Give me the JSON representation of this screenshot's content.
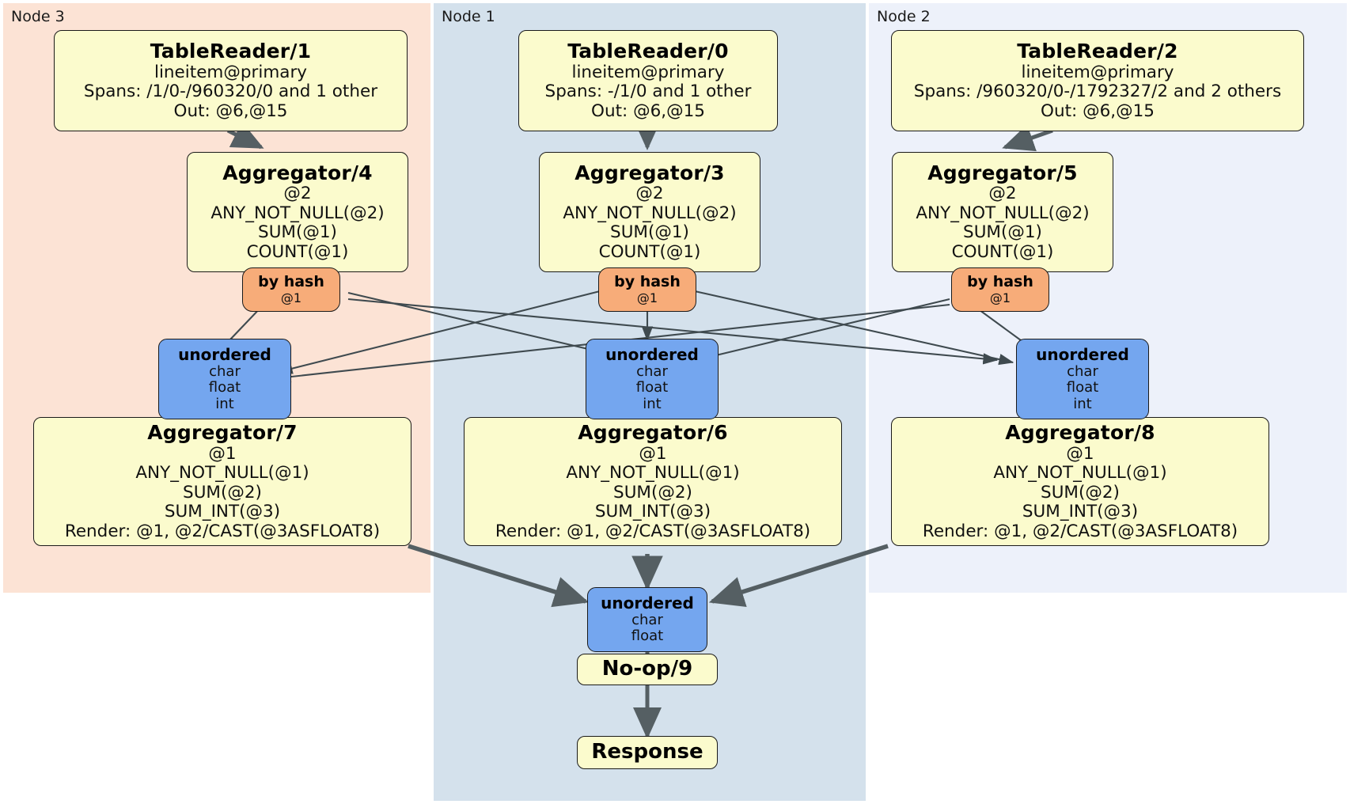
{
  "diagram": {
    "type": "distributed-query-plan",
    "title_visible": false,
    "colors": {
      "node3_panel": "#fce3d5",
      "node1_panel": "#d4e1ec",
      "node2_panel": "#edf1fa",
      "processor_box": "#fbfbcd",
      "router_box": "#74a6ef",
      "hash_box": "#f7ac79",
      "edge": "#555f63",
      "thin_edge": "#3f4a4f",
      "border": "#1a1a1a"
    }
  },
  "panels": [
    {
      "id": "node3",
      "label": "Node 3"
    },
    {
      "id": "node1",
      "label": "Node 1"
    },
    {
      "id": "node2",
      "label": "Node 2"
    }
  ],
  "nodes": {
    "table_reader_1": {
      "title": "TableReader/1",
      "lines": [
        "lineitem@primary",
        "Spans: /1/0-/960320/0 and 1 other",
        "Out: @6,@15"
      ]
    },
    "table_reader_0": {
      "title": "TableReader/0",
      "lines": [
        "lineitem@primary",
        "Spans: -/1/0 and 1 other",
        "Out: @6,@15"
      ]
    },
    "table_reader_2": {
      "title": "TableReader/2",
      "lines": [
        "lineitem@primary",
        "Spans: /960320/0-/1792327/2 and 2 others",
        "Out: @6,@15"
      ]
    },
    "aggregator_4": {
      "title": "Aggregator/4",
      "lines": [
        "@2",
        "ANY_NOT_NULL(@2)",
        "SUM(@1)",
        "COUNT(@1)"
      ]
    },
    "aggregator_3": {
      "title": "Aggregator/3",
      "lines": [
        "@2",
        "ANY_NOT_NULL(@2)",
        "SUM(@1)",
        "COUNT(@1)"
      ]
    },
    "aggregator_5": {
      "title": "Aggregator/5",
      "lines": [
        "@2",
        "ANY_NOT_NULL(@2)",
        "SUM(@1)",
        "COUNT(@1)"
      ]
    },
    "hash_left": {
      "title": "by hash",
      "lines": [
        "@1"
      ]
    },
    "hash_mid": {
      "title": "by hash",
      "lines": [
        "@1"
      ]
    },
    "hash_right": {
      "title": "by hash",
      "lines": [
        "@1"
      ]
    },
    "router_left": {
      "title": "unordered",
      "lines": [
        "char",
        "float",
        "int"
      ]
    },
    "router_mid": {
      "title": "unordered",
      "lines": [
        "char",
        "float",
        "int"
      ]
    },
    "router_right": {
      "title": "unordered",
      "lines": [
        "char",
        "float",
        "int"
      ]
    },
    "aggregator_7": {
      "title": "Aggregator/7",
      "lines": [
        "@1",
        "ANY_NOT_NULL(@1)",
        "SUM(@2)",
        "SUM_INT(@3)",
        "Render: @1, @2/CAST(@3ASFLOAT8)"
      ]
    },
    "aggregator_6": {
      "title": "Aggregator/6",
      "lines": [
        "@1",
        "ANY_NOT_NULL(@1)",
        "SUM(@2)",
        "SUM_INT(@3)",
        "Render: @1, @2/CAST(@3ASFLOAT8)"
      ]
    },
    "aggregator_8": {
      "title": "Aggregator/8",
      "lines": [
        "@1",
        "ANY_NOT_NULL(@1)",
        "SUM(@2)",
        "SUM_INT(@3)",
        "Render: @1, @2/CAST(@3ASFLOAT8)"
      ]
    },
    "router_final": {
      "title": "unordered",
      "lines": [
        "char",
        "float"
      ]
    },
    "noop_9": {
      "title": "No-op/9"
    },
    "response": {
      "title": "Response"
    }
  }
}
